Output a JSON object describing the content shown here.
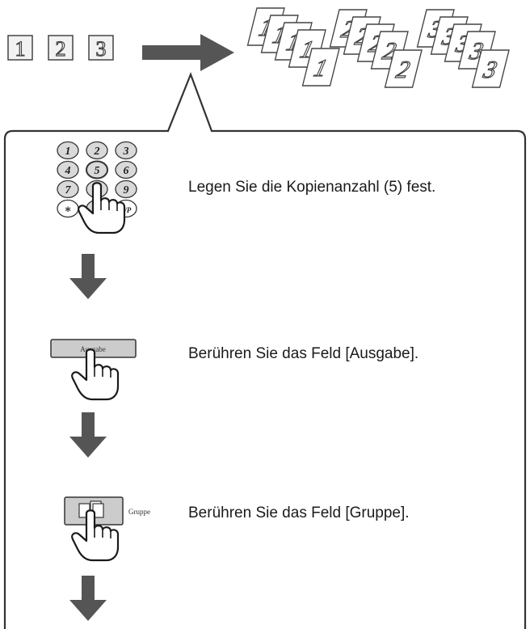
{
  "originals": {
    "pages": [
      "1",
      "2",
      "3"
    ]
  },
  "output_sets": [
    {
      "sheets": [
        "1",
        "1",
        "1",
        "1",
        "1"
      ]
    },
    {
      "sheets": [
        "2",
        "2",
        "2",
        "2",
        "2"
      ]
    },
    {
      "sheets": [
        "3",
        "3",
        "3",
        "3",
        "3"
      ]
    }
  ],
  "keypad": {
    "keys": [
      "1",
      "2",
      "3",
      "4",
      "5",
      "6",
      "7",
      "8",
      "9",
      "∗",
      "0",
      "#/P"
    ],
    "pressed_key": "5"
  },
  "steps": [
    {
      "instruction": "Legen Sie die Kopienanzahl (5) fest."
    },
    {
      "instruction": "Berühren Sie das Feld [Ausgabe].",
      "button_label": "Ausgabe"
    },
    {
      "instruction": "Berühren Sie das Feld [Gruppe].",
      "button_label": "Gruppe"
    }
  ],
  "colors": {
    "line": "#333333",
    "arrow": "#555555",
    "key_fill": "#d9d9d9",
    "button_fill": "#cccccc"
  }
}
